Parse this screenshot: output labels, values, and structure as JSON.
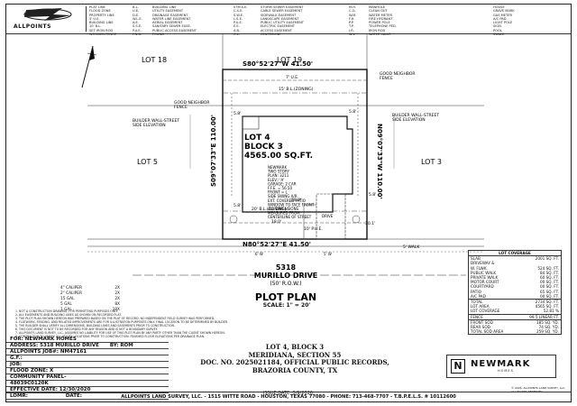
{
  "header": {
    "logo_text": "ALLPOINTS",
    "legend_col1": "PLAT LINE\nFLOOD ZONE\nPROPERTY LINE\n5' U.E.\nBUILDING LINE\n10' B.L.\nSET IRON ROD\nWOODEN FENCE",
    "legend_col2": "B.L.\nU.E.\nD.E.\nW.L.E.\nA.E.\nS.S.E.\nP.A.E.\nF.N.D.",
    "legend_col3": "BUILDING LINE\nUTILITY EASEMENT\nDRAINAGE EASEMENT\nWATER LINE EASEMENT\nAERIAL EASEMENT\nSANITARY SEWER EASE.\nPUBLIC ACCESS EASEMENT\nFOUND",
    "legend_col4": "STM.S.E.\nC.S.E.\nS.W.E.\nL.S.E.\nP.U.E.\nE.E.\nA.B.\nC.L.",
    "legend_col5": "STORM SEWER EASEMENT\nCABLE SEWER EASEMENT\nSIDEWALK EASEMENT\nLANDSCAPE EASEMENT\nPUBLIC UTILITY EASEMENT\nELECTRIC EASEMENT\nACCESS EASEMENT\nCENTERLINE",
    "legend_col6": "M.H.\nC.O.\nW.M.\nF.H.\nP.P.\nT.P.\nI.R.\nW.V.",
    "legend_col7": "MANHOLE\nCLEAN OUT\nWATER METER\nFIRE HYDRANT\nPOWER POLE\nTELEPHONE PED.\nIRON ROD\nWATER VALVE",
    "legend_col8": "HOUSE\nGRAVE MARK\nGAS METER\nA/C PAD\nLIGHT POLE\nSIGN\nPOOL\nSWALE"
  },
  "plat": {
    "lot_18": "LOT 18",
    "lot_19": "LOT 19",
    "lot_5": "LOT 5",
    "lot_3": "LOT 3",
    "north_bearing": "S80°52'27\"W   41.50'",
    "south_bearing": "N80°52'27\"E   41.50'",
    "west_dist": "S09°07'33\"E  110.00'",
    "east_dist": "N09°07'33\"W  110.00'",
    "ue_label": "7' U.E.",
    "rear_bl": "15' B.L.(ZONING)",
    "front_bl": "20' B.L.(ZONING)",
    "front_ue": "10' P.U.E.",
    "good_neighbor": "GOOD NEIGHBOR\nFENCE",
    "builder_wall_left": "BUILDER WALL-STREET\nSIDE ELEVATION",
    "builder_wall_right": "BUILDER WALL-STREET\nSIDE ELEVATION",
    "lot_label": "LOT 4",
    "block_label": "BLOCK 3",
    "area_label": "4565.00 SQ.FT.",
    "house_text": "NEWMARK\nTWO STORY\nPLAN: 3211\nELEV.: 'A'\nGARAGE: 2 CAR\nF.F.E. = 56.50\nFRONT = L\nSIDE SWING A/R\nEXT. COVERED PATIO\nWINDOW TO FACE FRONT\nALL DIMENSIONS\nMEASURED FROM\nCENTERLINE OF STREET",
    "setback_side_l": "5.8'",
    "setback_side_r": "5.8'",
    "setback_side_l2": "5.8'",
    "setback_side_r2": "5.8'",
    "width_dim": "29.9'",
    "front_dim": "18.0'",
    "depth_dim": "30.1'",
    "driveway": "DRIVE",
    "walk": "5' WALK",
    "sidewalk_l": "6' W",
    "sidewalk_r": "5' W",
    "address_number": "5318",
    "street": "MURILLO DRIVE",
    "row": "(50' R.O.W.)",
    "plan_title": "PLOT PLAN",
    "scale": "SCALE: 1\" = 20'"
  },
  "calipers": [
    {
      "label": "4\" CALIPER",
      "count": "2X"
    },
    {
      "label": "2\" CALIPER",
      "count": "2X"
    },
    {
      "label": "15 GAL",
      "count": "2X"
    },
    {
      "label": "5 GAL",
      "count": "8X"
    },
    {
      "label": "1 GAL",
      "count": "18X"
    }
  ],
  "coverage": {
    "title": "LOT COVERAGE",
    "rows": [
      {
        "k": "SLAB",
        "v": "2001 SQ. FT."
      },
      {
        "k": "DRIVEWAY &",
        "v": ""
      },
      {
        "k": "W. FLWK.",
        "v": "524 SQ. FT."
      },
      {
        "k": "PUBLIC WALK",
        "v": "84 SQ. FT."
      },
      {
        "k": "PRIVATE WALK",
        "v": "60 SQ. FT."
      },
      {
        "k": "MOTOR COURT",
        "v": "00 SQ. FT."
      },
      {
        "k": "COURTYARD",
        "v": "00 SQ. FT."
      },
      {
        "k": "PATIO",
        "v": "65 SQ. FT."
      },
      {
        "k": "A/C PAD",
        "v": "00 SQ. FT."
      },
      {
        "k": "TOTAL",
        "v": "2734 SQ. FT."
      },
      {
        "k": "LOT AREA",
        "v": "4565 SQ. FT."
      },
      {
        "k": "LOT COVERAGE",
        "v": "52.81 %"
      },
      {
        "k": "FENCE",
        "v": "99.5 LINEAR FT."
      },
      {
        "k": "FRONT SOD",
        "v": "185 SQ. YD."
      },
      {
        "k": "REAR SOD",
        "v": "74 SQ. YD."
      },
      {
        "k": "TOTAL SOD AREA",
        "v": "259 SQ. YD."
      }
    ]
  },
  "notes": [
    "1.  NOT A CONSTRUCTION DRAWING. FOR PERMITTING PURPOSES ONLY.",
    "2.  ALL EASEMENTS AND BUILDING LINES AS SHOWN ON RECORDED PLAT.",
    "3.  THE PLOT PLAN SHOWN HEREON WAS PREPARED BASED ON THE PLAT OF RECORD. NO INDEPENDENT FIELD SURVEY WAS PERFORMED.",
    "4.  FLATWORK, FENCING, AND RELATED IMPROVEMENTS ARE FOR ILLUSTRATION PURPOSES ONLY. FINAL LOCATION TO BE DETERMINED BY BUILDER.",
    "5.  THE BUILDER SHALL VERIFY ALL DIMENSIONS, BUILDING LINES AND EASEMENTS PRIOR TO CONSTRUCTION.",
    "6.  THIS DOCUMENT IS NOT TO BE RECORDED FOR ANY REASON AND IS NOT A BOUNDARY SURVEY.",
    "7.  ALLPOINTS LAND SURVEY, LLC. ASSUMES NO LIABILITY FOR USE OF THIS PLOT PLAN BY ANY PARTY OTHER THAN THE CLIENT SHOWN HEREON.",
    "8.  CONTRACTOR TO VERIFY ALL UTILITY LOCATIONS PRIOR TO CONSTRUCTION. FINISHED FLOOR ELEVATIONS PER DRAINAGE PLAN.",
    "9.  DRAINAGE SWALES AND GRADING ARE SUBJECT TO FINAL DESIGN AND INSPECTION."
  ],
  "info": {
    "for": "FOR:   NEWMARK HOMES",
    "address": "ADDRESS: 5318 MURILLO DRIVE",
    "by": "BY: ROM",
    "job": "ALLPOINTS JOB#: NM47161",
    "gf": "G.F.:",
    "job2": "JOB:",
    "flood": "FLOOD ZONE: X",
    "panel_label": "COMMUNITY PANEL-",
    "panel": "48039C0120K",
    "effective": "EFFECTIVE DATE: 12/30/2020",
    "lomr": "LOMR:",
    "date": "DATE:"
  },
  "legal": {
    "line1": "LOT 4, BLOCK 3",
    "line2": "MERIDIANA, SECTION 55",
    "line3": "DOC. NO. 2025021184, OFFICIAL PUBLIC RECORDS,",
    "line4": "BRAZORIA COUNTY, TX"
  },
  "issue": "ISSUE DATE: 3/9/2026",
  "brand": {
    "letter": "N",
    "name": "NEWMARK",
    "sub": "HOMES"
  },
  "copyright": "© 2026, ALLPOINTS LAND SURVEY, LLC.\nALL RIGHTS RESERVED",
  "footer": "ALLPOINTS LAND SURVEY, LLC. - 1515 WITTE ROAD - HOUSTON, TEXAS 77080 - PHONE: 713-468-7707 - T.B.P.E.L.S. # 10112600"
}
